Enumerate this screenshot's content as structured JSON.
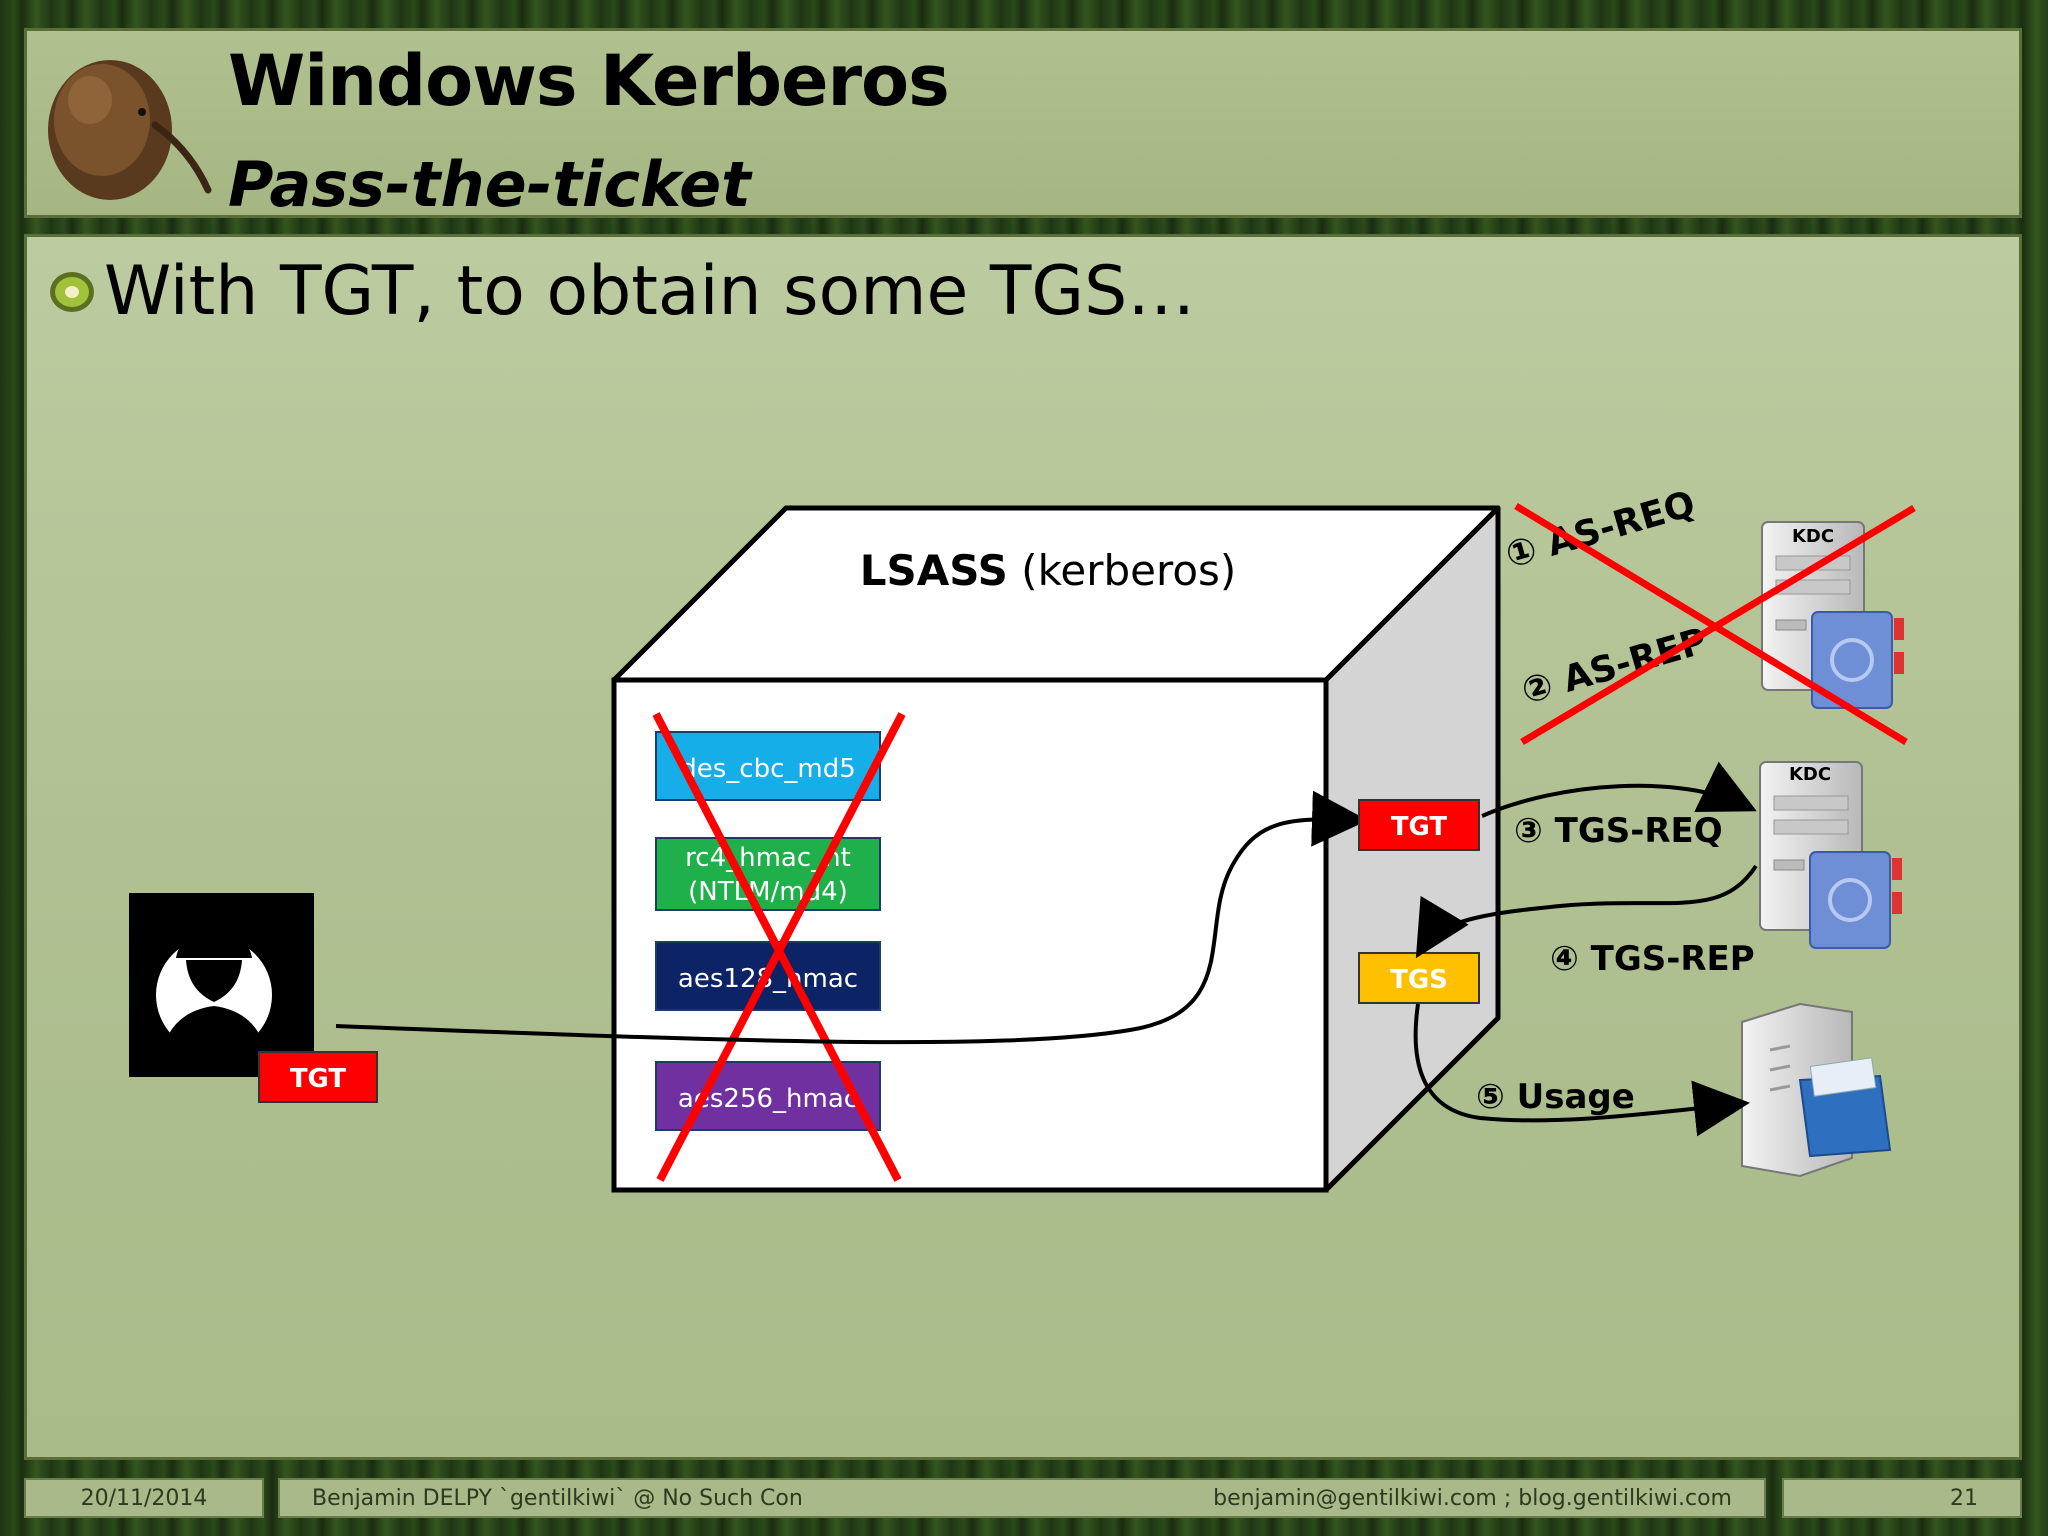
{
  "header": {
    "title": "Windows Kerberos",
    "subtitle": "Pass-the-ticket"
  },
  "bullet": {
    "text": "With TGT, to obtain some TGS…"
  },
  "diagram": {
    "lsass_title_bold": "LSASS",
    "lsass_title_rest": " (kerberos)",
    "keys": [
      "des_cbc_md5",
      "rc4_hmac_nt",
      "(NTLM/md4)",
      "aes128_hmac",
      "aes256_hmac"
    ],
    "tgt_attacker": "TGT",
    "tgt_lsass": "TGT",
    "tgs_lsass": "TGS",
    "kdc_label_1": "KDC",
    "kdc_label_2": "KDC",
    "steps": {
      "as_req_num": "①",
      "as_req": "AS-REQ",
      "as_rep_num": "②",
      "as_rep": "AS-REP",
      "tgs_req_num": "③",
      "tgs_req": "TGS-REQ",
      "tgs_rep_num": "④",
      "tgs_rep": "TGS-REP",
      "usage_num": "⑤",
      "usage": "Usage"
    },
    "colors": {
      "des": "#15aee8",
      "rc4": "#1fb04b",
      "aes128": "#0c2366",
      "aes256": "#7030a0",
      "tgt": "#ff0000",
      "tgs": "#ffc000",
      "cross": "#ff0000"
    }
  },
  "footer": {
    "date": "20/11/2014",
    "author": "Benjamin DELPY `gentilkiwi` @ No Such Con",
    "contact": "benjamin@gentilkiwi.com ; blog.gentilkiwi.com",
    "page": "21"
  }
}
